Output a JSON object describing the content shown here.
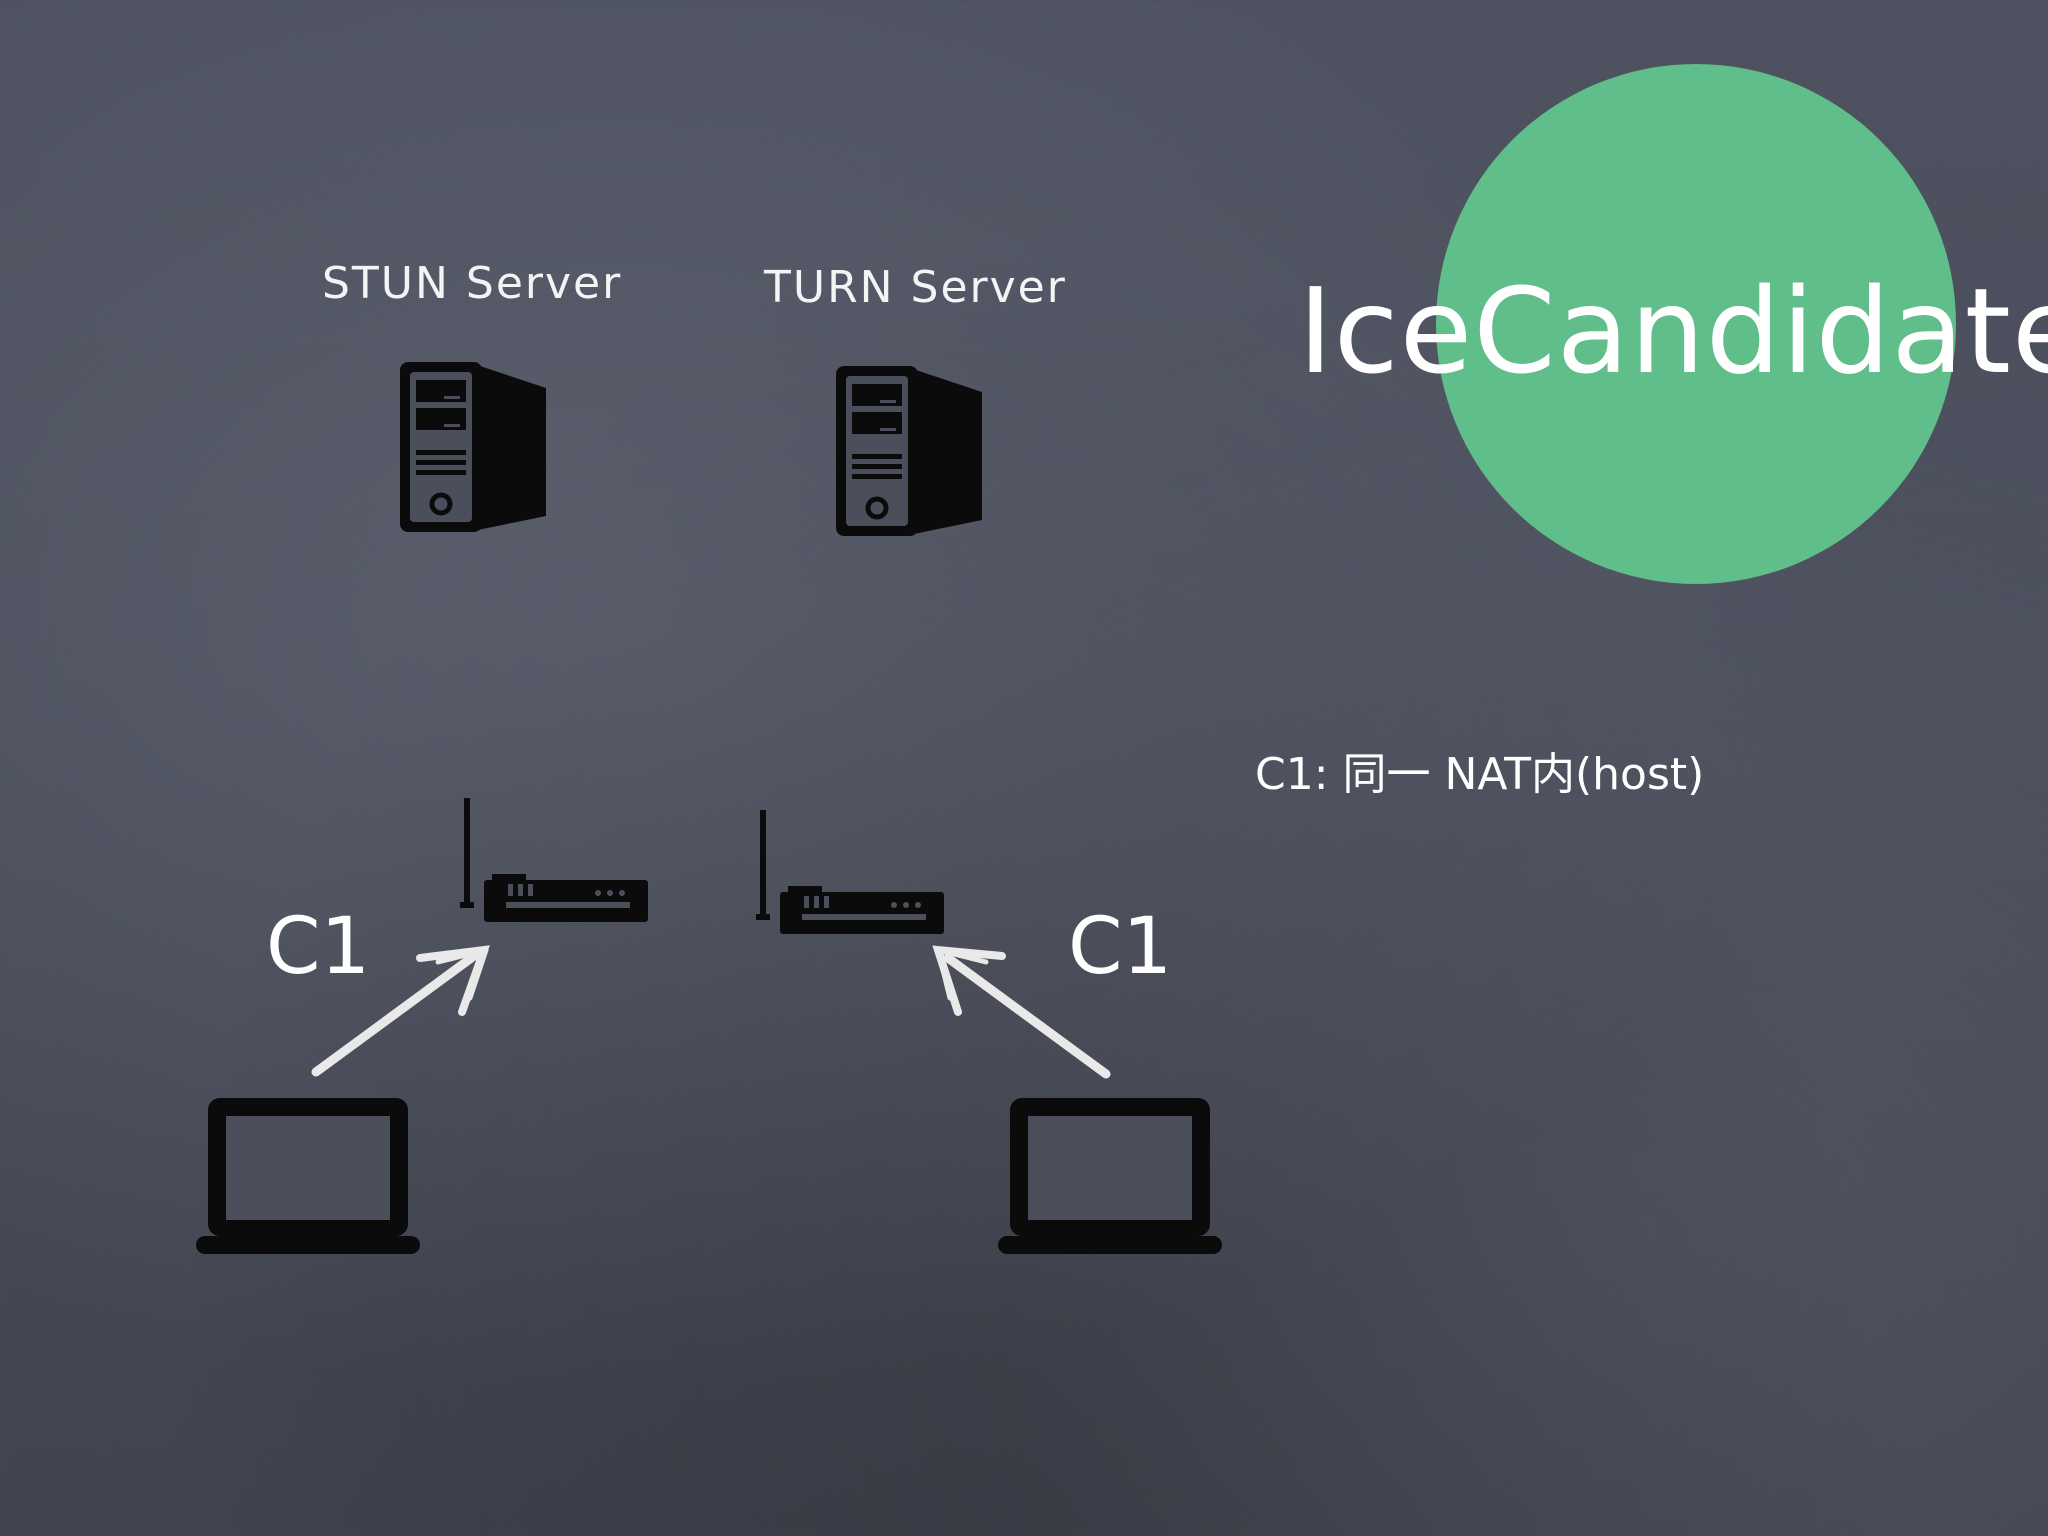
{
  "title": "IceCandidate",
  "servers": {
    "stun_label": "STUN Server",
    "turn_label": "TURN Server"
  },
  "note": "C1: 同一 NAT内(host)",
  "clients": {
    "left_label": "C1",
    "right_label": "C1"
  },
  "colors": {
    "background": "#4a4e5b",
    "accent_circle": "#5fbe89",
    "chalk": "#f4f4f4",
    "icon": "#0b0b0b"
  },
  "icons": {
    "server": "server-tower-icon",
    "router": "wifi-router-icon",
    "laptop": "laptop-icon",
    "arrow": "chalk-arrow-icon"
  }
}
